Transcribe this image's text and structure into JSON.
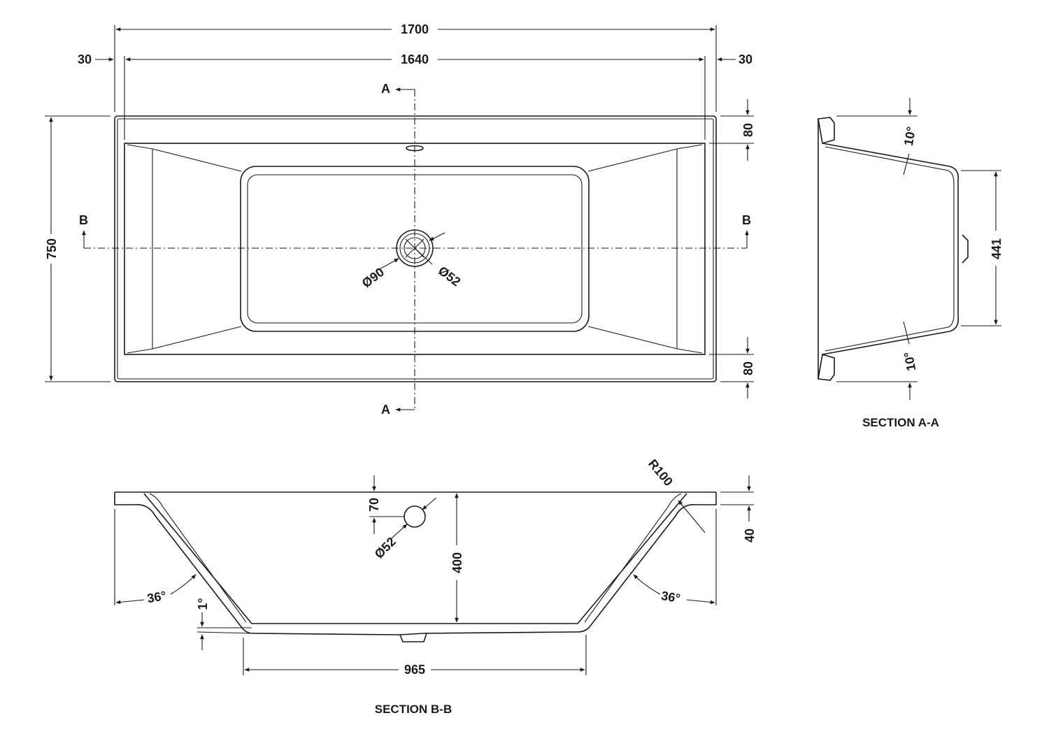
{
  "plan": {
    "overall_length": "1700",
    "inner_length": "1640",
    "left_rim": "30",
    "right_rim": "30",
    "overall_width": "750",
    "top_rim": "80",
    "bottom_rim": "80",
    "waste_outer_dia": "Ø90",
    "waste_inner_dia": "Ø52",
    "section_a_top": "A",
    "section_a_bottom": "A",
    "section_b_left": "B",
    "section_b_right": "B"
  },
  "section_aa": {
    "title": "SECTION A-A",
    "angle_top": "10°",
    "angle_bottom": "10°",
    "depth": "441"
  },
  "section_bb": {
    "title": "SECTION B-B",
    "overflow_offset": "70",
    "overflow_dia": "Ø52",
    "depth": "400",
    "rim_thickness": "40",
    "radius": "R100",
    "angle_left": "36°",
    "angle_right": "36°",
    "floor_slope": "1°",
    "floor_length": "965"
  }
}
